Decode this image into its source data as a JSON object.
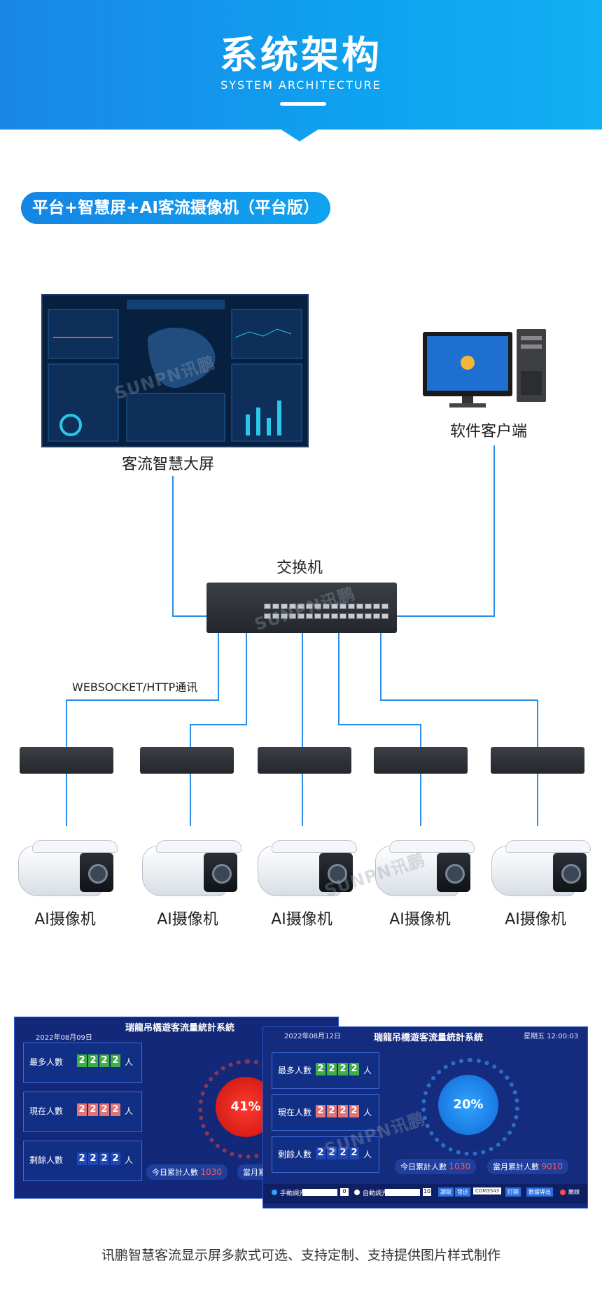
{
  "header": {
    "title": "系统架构",
    "subtitle": "SYSTEM ARCHITECTURE"
  },
  "section": {
    "label": "平台+智慧屏+AI客流摄像机（平台版）"
  },
  "nodes": {
    "big_screen": "客流智慧大屏",
    "client": "软件客户端",
    "switch": "交换机",
    "protocol": "WEBSOCKET/HTTP通讯",
    "cameras": [
      "AI摄像机",
      "AI摄像机",
      "AI摄像机",
      "AI摄像机",
      "AI摄像机"
    ]
  },
  "watermark": "SUNPN讯鹏",
  "panel_left": {
    "title": "瑞龍吊橋遊客流量統計系統",
    "date": "2022年08月09日",
    "stats": [
      {
        "label": "最多人數",
        "digits": [
          "2",
          "2",
          "2",
          "2"
        ],
        "unit": "人",
        "color": "#3fae48"
      },
      {
        "label": "現在人數",
        "digits": [
          "2",
          "2",
          "2",
          "2"
        ],
        "unit": "人",
        "color": "#e27474"
      },
      {
        "label": "剩餘人數",
        "digits": [
          "2",
          "2",
          "2",
          "2"
        ],
        "unit": "人",
        "color": "#1f47b8"
      }
    ],
    "percent": "41%",
    "today_label": "今日累計人數",
    "today_value": "1030",
    "month_label": "當月累"
  },
  "panel_right": {
    "title": "瑞龍吊橋遊客流量統計系統",
    "date": "2022年08月12日",
    "weekday_time": "星期五  12:00:03",
    "stats": [
      {
        "label": "最多人數",
        "digits": [
          "2",
          "2",
          "2",
          "2"
        ],
        "unit": "人",
        "color": "#3fae48"
      },
      {
        "label": "現在人數",
        "digits": [
          "2",
          "2",
          "2",
          "2"
        ],
        "unit": "人",
        "color": "#e27474"
      },
      {
        "label": "剩餘人數",
        "digits": [
          "2",
          "2",
          "2",
          "2"
        ],
        "unit": "人",
        "color": "#1f47b8"
      }
    ],
    "percent": "20%",
    "today_label": "今日累計人數",
    "today_value": "1030",
    "month_label": "當月累計人數",
    "month_value": "9010",
    "controls": {
      "manual": "手動調光",
      "manual_value": "0",
      "auto": "自動調光",
      "auto_value": "10",
      "read": "讀取",
      "send": "發送",
      "port": "COM3543",
      "open": "打開",
      "export": "數據導出",
      "status": "離線"
    }
  },
  "footer": {
    "note": "讯鹏智慧客流显示屏多款式可选、支持定制、支持提供图片样式制作"
  },
  "colors": {
    "header": "#1a8fe8",
    "wire": "#2a8ee8",
    "panel_bg": "#14287a",
    "accent_red": "#e0322e",
    "accent_blue": "#1f8ef0"
  }
}
